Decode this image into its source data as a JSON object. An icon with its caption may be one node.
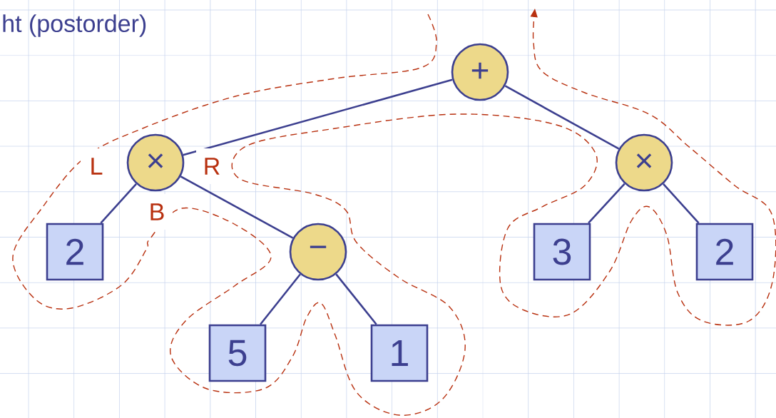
{
  "diagram": {
    "title": "ht (postorder)",
    "nodes": [
      {
        "text": [
          "+"
        ]
      },
      {
        "text": [
          "×"
        ]
      },
      {
        "text": [
          "×"
        ]
      },
      {
        "text": [
          "2"
        ]
      },
      {
        "text": [
          "−"
        ]
      },
      {
        "text": [
          "5"
        ]
      },
      {
        "text": [
          "1"
        ]
      },
      {
        "text": [
          "3"
        ]
      },
      {
        "text": [
          "2"
        ]
      }
    ],
    "edges": [
      {
        "from": 0,
        "to": 1,
        "arrow": "none"
      },
      {
        "from": 0,
        "to": 2,
        "arrow": "none"
      },
      {
        "from": 1,
        "to": 3,
        "arrow": "none"
      },
      {
        "from": 1,
        "to": 4,
        "arrow": "none"
      },
      {
        "from": 4,
        "to": 5,
        "arrow": "none"
      },
      {
        "from": 4,
        "to": 6,
        "arrow": "none"
      },
      {
        "from": 2,
        "to": 7,
        "arrow": "none"
      },
      {
        "from": 2,
        "to": 8,
        "arrow": "none"
      }
    ],
    "labels": [
      "L",
      "R",
      "B"
    ]
  }
}
